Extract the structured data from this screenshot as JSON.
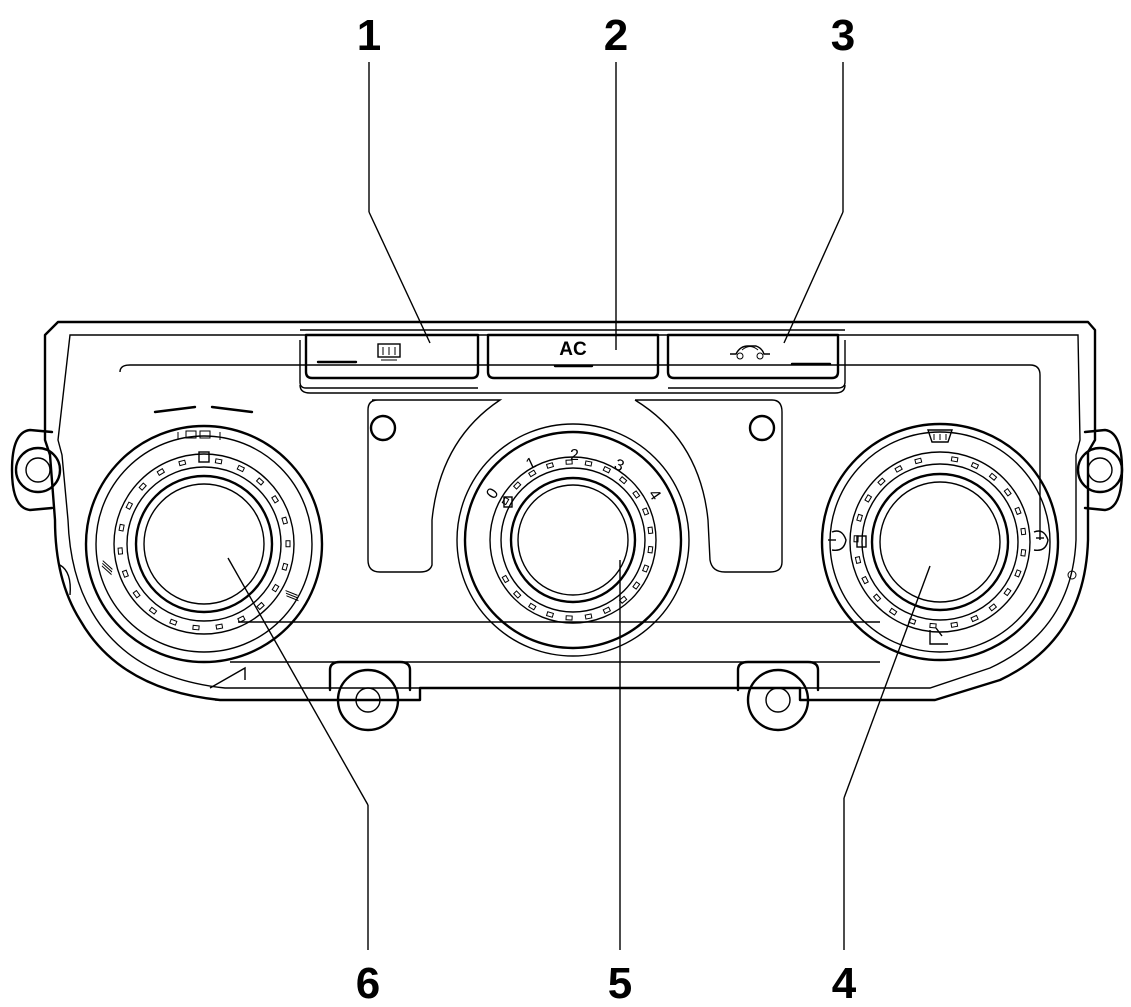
{
  "callouts": [
    "1",
    "2",
    "3",
    "4",
    "5",
    "6"
  ],
  "buttons": {
    "rear_defrost": {
      "icon": "rear-window-defrost-icon"
    },
    "ac": {
      "label": "AC"
    },
    "recirculation": {
      "icon": "recirculation-car-icon"
    }
  },
  "knobs": {
    "temperature": {
      "icon": "temperature-scale-icon"
    },
    "fan": {
      "positions": [
        "0",
        "1",
        "2",
        "3",
        "4"
      ]
    },
    "air_distribution": {
      "icons": [
        "windshield-defrost-icon",
        "face-vent-icon",
        "footwell-icon",
        "face-and-foot-icon"
      ]
    }
  }
}
